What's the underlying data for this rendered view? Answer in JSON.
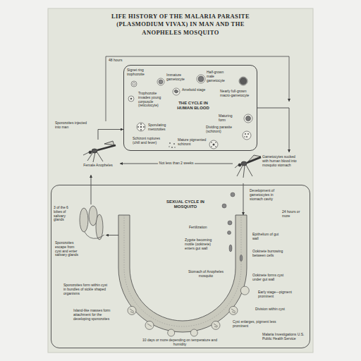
{
  "diagram": {
    "title": "LIFE HISTORY OF THE MALARIA PARASITE (PLASMODIUM VIVAX) IN MAN AND THE ANOPHELES MOSQUITO",
    "nodes": [
      {
        "text": [
          "THE CYCLE IN HUMAN BLOOD"
        ]
      },
      {
        "text": [
          "Female Anopheles"
        ]
      },
      {
        "text": [
          "Gametocytes sucked with human blood into mosquito stomach"
        ]
      },
      {
        "text": [
          "SEXUAL CYCLE IN MOSQUITO"
        ]
      },
      {
        "text": [
          "3 of the 6 lobes of salivary glands"
        ],
        "in": 3
      },
      {
        "text": [
          "Stomach of Anopheles mosquito"
        ],
        "in": 3
      }
    ],
    "edges": [
      {
        "from": 0,
        "to": 2,
        "arrow": "to"
      },
      {
        "from": 2,
        "to": 1,
        "label": "Not less than 2 weeks",
        "arrow": "to"
      },
      {
        "from": 1,
        "to": 0,
        "arrow": "to"
      },
      {
        "from": 2,
        "to": 5,
        "arrow": "to"
      },
      {
        "from": 5,
        "to": 4,
        "arrow": "to"
      },
      {
        "from": 4,
        "to": 1,
        "arrow": "to"
      }
    ],
    "labels": [
      "48 hours",
      "Immature gametocyte",
      "Half-grown male gametocyte",
      "Nearly full-grown macro-gametocyte",
      "Signet ring trophozoite",
      "Ameboid stage",
      "Trophozoite invades young corpuscle (reticulocyte)",
      "Maturing form",
      "Dividing parasite (schizont)",
      "Mature pigmented schizont",
      "Schizont ruptures (chill and fever)",
      "Sporulating merozoites",
      "Sporozoites injected into man",
      "Development of gametocytes in stomach cavity",
      "24 hours or more",
      "Fertilization",
      "Zygote becoming motile (ookinete) enters gut wall",
      "Epithelium of gut wall",
      "Ookinete burrowing between cells",
      "Ookinete forms cyst under gut wall",
      "Early stage—pigment prominent",
      "Division within cyst",
      "Cyst enlarges, pigment less prominent",
      "Sporozoites escape from cyst and enter salivary glands",
      "Sporozoites form within cyst in bundles of sickle shaped organisms",
      "Island-like masses form attachment for the developing sporozoites",
      "10 days or more depending on temperature and humidity",
      "Malaria Investigations U.S. Public Health Service"
    ]
  }
}
